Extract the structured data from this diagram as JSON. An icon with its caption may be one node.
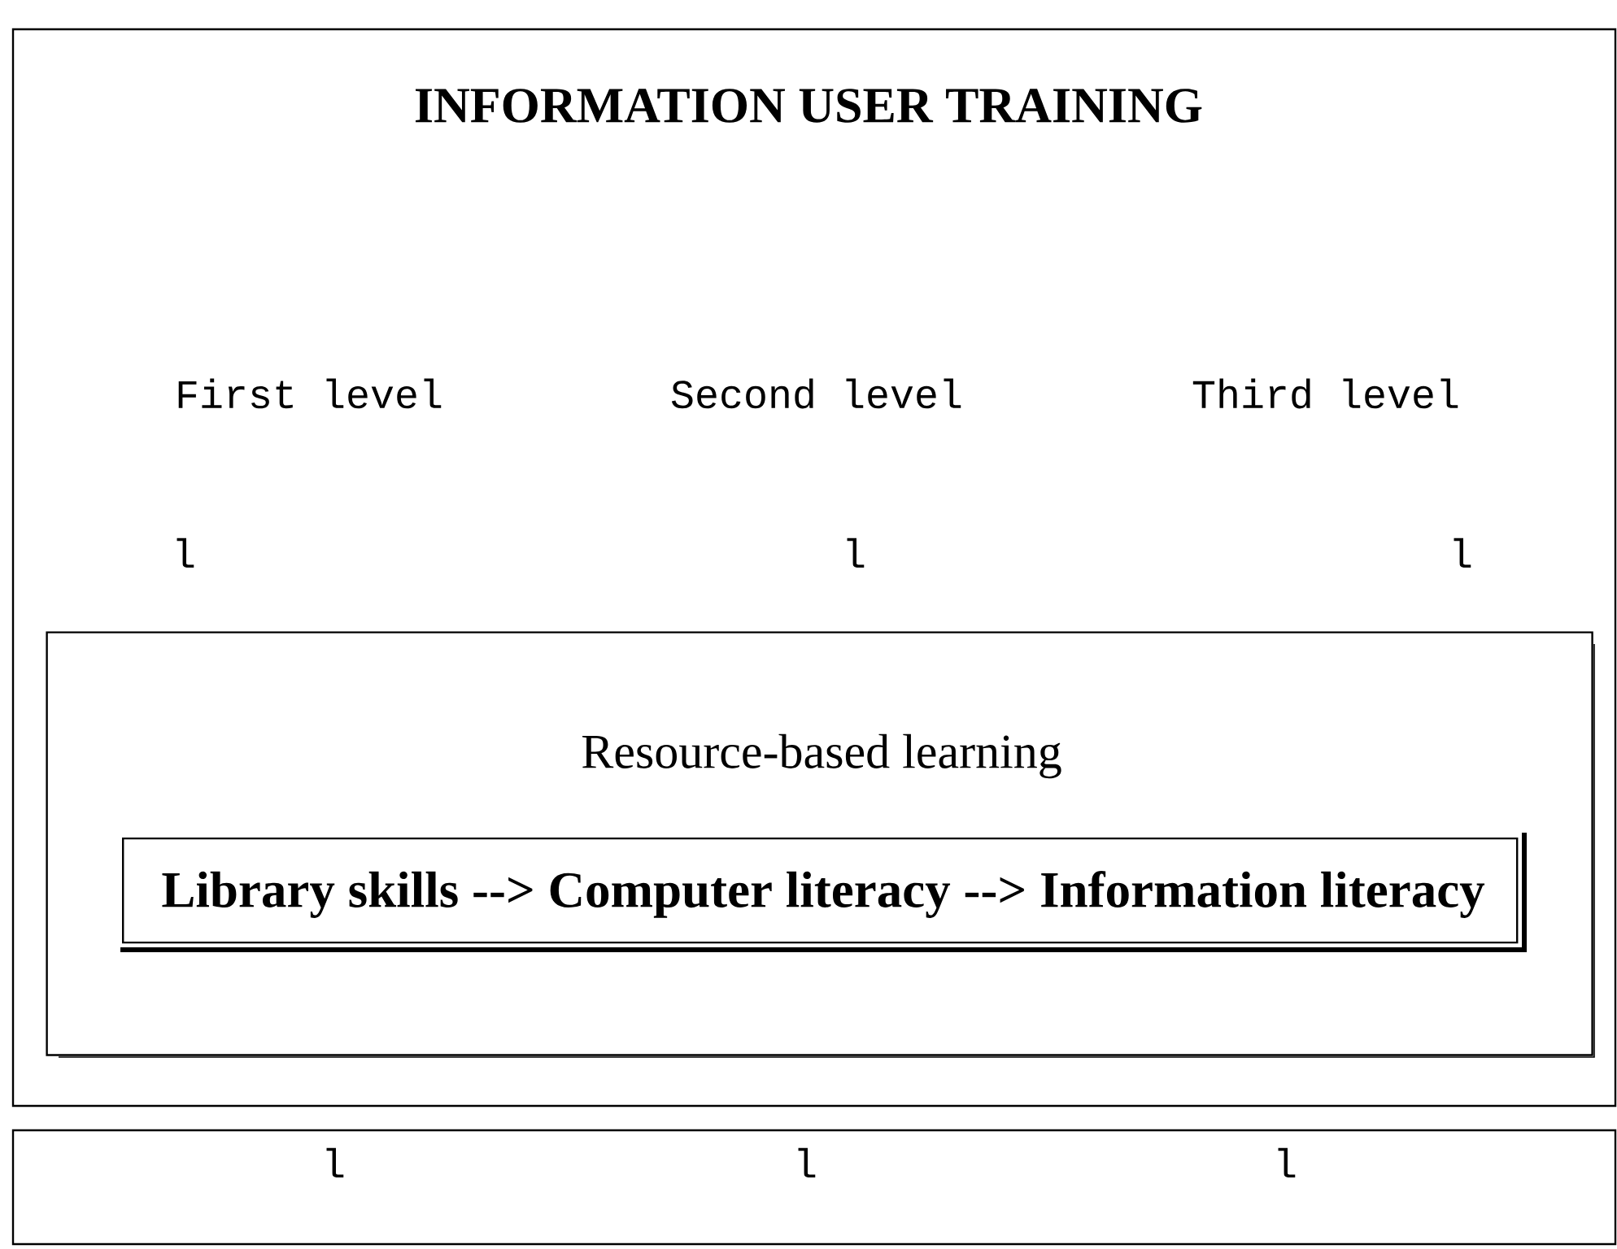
{
  "diagram": {
    "nodes": [
      {
        "text": [
          "INFORMATION USER TRAINING",
          "First level",
          "Second level",
          "Third level",
          "l",
          "l",
          "l"
        ]
      },
      {
        "text": [
          "Resource-based learning"
        ],
        "in": 0
      },
      {
        "text": [
          "Library skills --> Computer literacy --> Information literacy"
        ],
        "in": 1
      },
      {
        "text": [
          "l",
          "l",
          "l"
        ]
      }
    ]
  }
}
